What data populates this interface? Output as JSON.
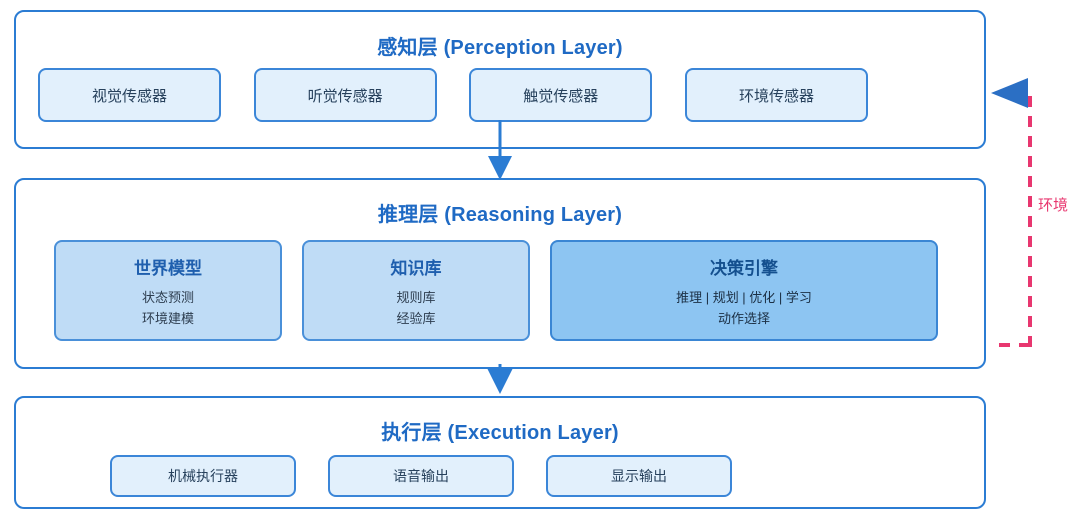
{
  "diagram": {
    "title": "Three-layer agent architecture",
    "colors": {
      "layer_border": "#2b7cd3",
      "layer_title": "#1f6ac4",
      "node_fill": "#e2f0fc",
      "node_border": "#3b86d8",
      "module_fill": "#bfdcf6",
      "module_accent_fill": "#8dc5f2",
      "module_border": "#4a90d9",
      "arrow_blue": "#2b7cd3",
      "feedback_pink": "#e8376f"
    }
  },
  "layers": {
    "perception": {
      "title": "感知层 (Perception Layer)",
      "nodes": [
        {
          "label": "视觉传感器"
        },
        {
          "label": "听觉传感器"
        },
        {
          "label": "触觉传感器"
        },
        {
          "label": "环境传感器"
        }
      ]
    },
    "reasoning": {
      "title": "推理层 (Reasoning Layer)",
      "modules": [
        {
          "title": "世界模型",
          "lines": [
            "状态预测",
            "环境建模"
          ],
          "accent": false
        },
        {
          "title": "知识库",
          "lines": [
            "规则库",
            "经验库"
          ],
          "accent": false
        },
        {
          "title": "决策引擎",
          "lines": [
            "推理 | 规划 | 优化 | 学习",
            "动作选择"
          ],
          "accent": true
        }
      ]
    },
    "execution": {
      "title": "执行层 (Execution Layer)",
      "nodes": [
        {
          "label": "机械执行器"
        },
        {
          "label": "语音输出"
        },
        {
          "label": "显示输出"
        }
      ]
    }
  },
  "connectors": {
    "perception_to_reasoning": {
      "direction": "down",
      "style": "solid"
    },
    "reasoning_to_execution": {
      "direction": "down",
      "style": "solid"
    },
    "feedback": {
      "label": "环境",
      "direction": "up",
      "style": "dashed",
      "note": "label is clipped at the right edge of the image"
    }
  }
}
